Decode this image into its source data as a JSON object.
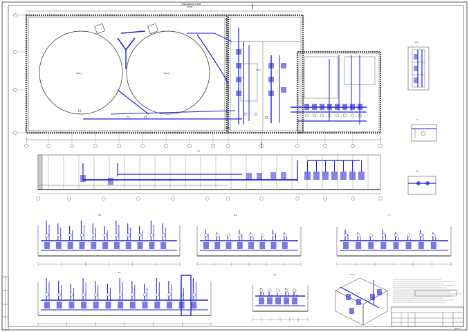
{
  "drawing": {
    "plan_title": "Наружная СЗМ",
    "plan_scale": "М1:50",
    "page_number": "Лист 3"
  },
  "sections": {
    "section_1": "1-1",
    "section_2": "2-2",
    "section_3": "3-3",
    "section_4": "4-4",
    "section_5": "5-5",
    "section_6": "6-6",
    "section_7": "7-7",
    "section_8": "8-8",
    "section_9": "9-9",
    "section_10": "10-10"
  },
  "callouts": {
    "pump_station": "НС-1",
    "tank_1": "РЧВ-1",
    "tank_2": "РЧВ-2"
  },
  "colors": {
    "pipe": "#1f1fd6",
    "line": "#333333",
    "grid": "#555555"
  }
}
